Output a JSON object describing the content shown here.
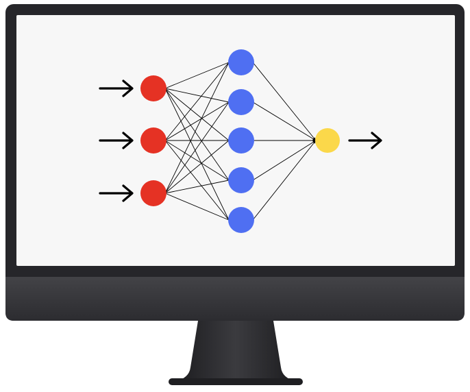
{
  "monitor": {
    "bezel_color": "#26262a",
    "chin_color": "#3a3a3e",
    "stand_color": "#2a2a2d",
    "screen_color": "#f7f7f7"
  },
  "network": {
    "input_color": "#e53224",
    "hidden_color": "#4f6ff2",
    "output_color": "#fbd84a",
    "edge_color": "#000000",
    "layers": [
      {
        "role": "input",
        "node_count": 3
      },
      {
        "role": "hidden",
        "node_count": 5
      },
      {
        "role": "output",
        "node_count": 1
      }
    ],
    "connectivity": "fully-connected",
    "input_arrows": 3,
    "output_arrows": 1
  }
}
